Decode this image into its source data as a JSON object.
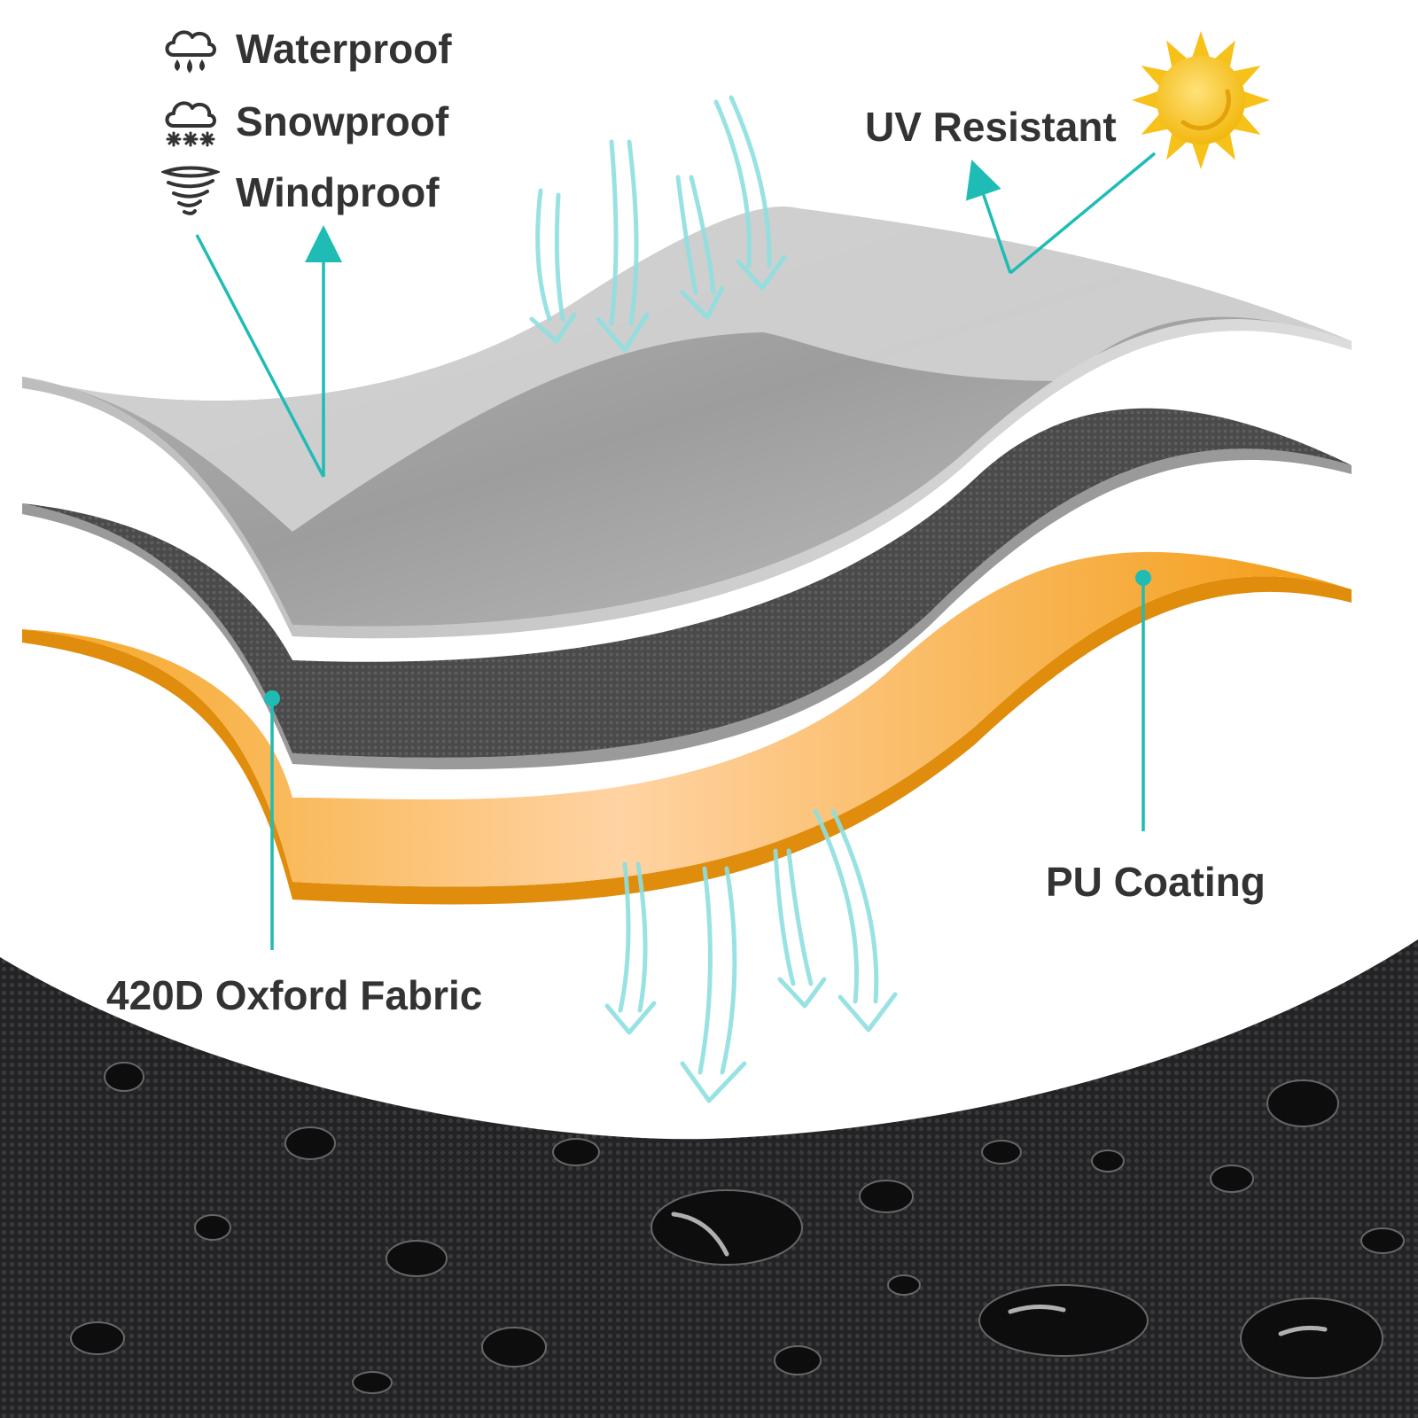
{
  "features": [
    {
      "label": "Waterproof",
      "icon": "rain-cloud-icon"
    },
    {
      "label": "Snowproof",
      "icon": "snow-cloud-icon"
    },
    {
      "label": "Windproof",
      "icon": "tornado-icon"
    }
  ],
  "callouts": {
    "uv": "UV Resistant",
    "pu": "PU Coating",
    "oxford": "420D Oxford Fabric"
  },
  "colors": {
    "accent": "#1fbcb6",
    "label": "#333333",
    "orange_layer": "#f4a019",
    "dark_layer": "#3c3c3c",
    "silver_layer": "#c9c9c9",
    "sun": "#f6c21a",
    "fabric": "#1b1b1d"
  }
}
